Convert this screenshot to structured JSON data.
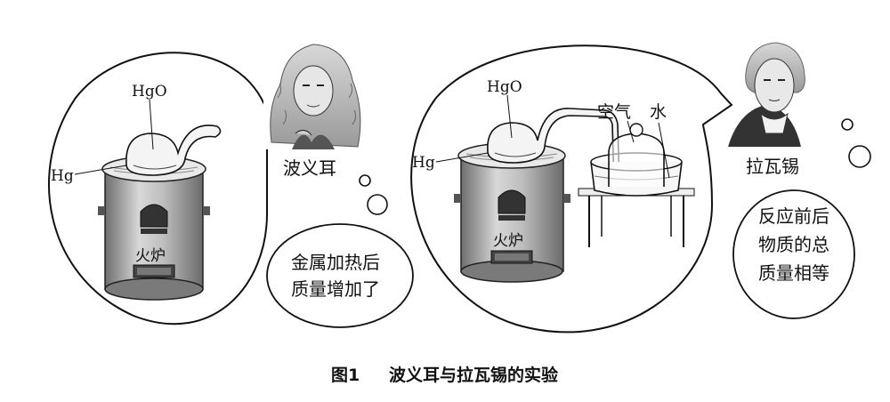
{
  "left_scene": {
    "hgo_label": "HgO",
    "hg_label": "Hg",
    "furnace_label": "火炉",
    "scientist_name": "波义耳",
    "conclusion_line1": "金属加热后",
    "conclusion_line2": "质量增加了"
  },
  "right_scene": {
    "hgo_label": "HgO",
    "hg_label": "Hg",
    "air_label": "空气",
    "water_label": "水",
    "furnace_label": "火炉",
    "scientist_name": "拉瓦锡",
    "conclusion_line1": "反应前后",
    "conclusion_line2": "物质的总",
    "conclusion_line3": "质量相等"
  },
  "caption": {
    "figure_number": "图1",
    "title": "波义耳与拉瓦锡的实验"
  }
}
